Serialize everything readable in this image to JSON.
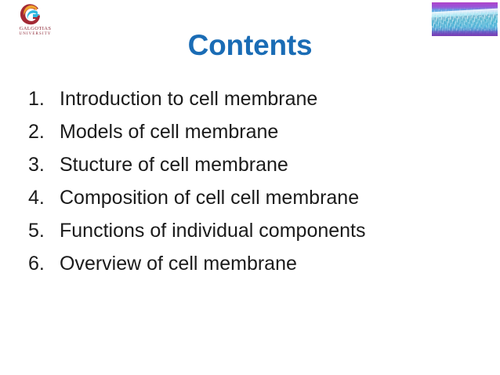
{
  "slide": {
    "title": "Contents",
    "title_color": "#1a6cb5",
    "background_color": "#ffffff",
    "body_text_color": "#1b1b1b"
  },
  "logo": {
    "mark_name": "galgotias-swirl-logo",
    "line1": "GALGOTIAS",
    "line2": "UNIVERSITY",
    "text_color": "#8a2230",
    "colors": {
      "maroon": "#a32a35",
      "orange": "#f0a22e",
      "cyan": "#2fb9e0"
    }
  },
  "decor_image": {
    "name": "cell-membrane-micrograph",
    "colors": {
      "purple": "#b344c8",
      "cyan": "#33c8e6",
      "blue": "#3a76c8"
    }
  },
  "contents": {
    "items": [
      {
        "number": "1.",
        "label": "Introduction to cell membrane"
      },
      {
        "number": "2.",
        "label": "Models of cell membrane"
      },
      {
        "number": "3.",
        "label": "Stucture of cell membrane"
      },
      {
        "number": "4.",
        "label": "Composition of cell cell membrane"
      },
      {
        "number": "5.",
        "label": "Functions of individual components"
      },
      {
        "number": "6.",
        "label": "Overview of cell membrane"
      }
    ]
  }
}
